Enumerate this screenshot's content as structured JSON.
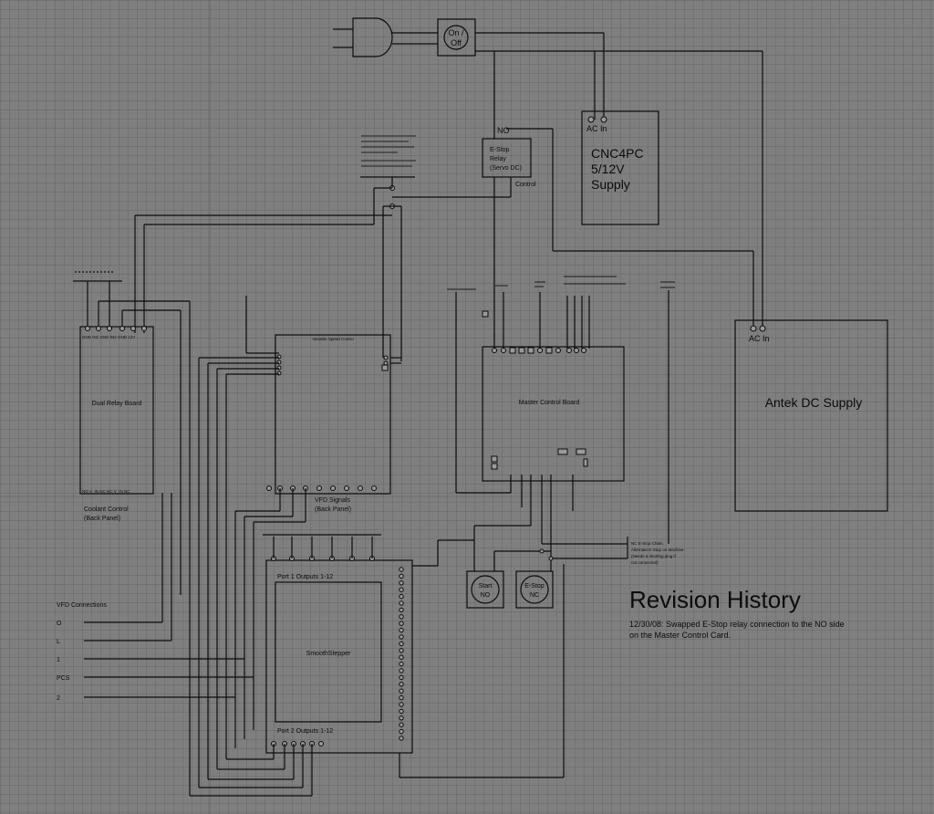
{
  "power": {
    "switch_label": [
      "On /",
      "Off"
    ]
  },
  "estop_relay": {
    "no_label": "NO",
    "lines": [
      "E-Stop",
      "Relay",
      "(Servo DC)"
    ],
    "control_label": "Control"
  },
  "cnc4pc": {
    "ac_label": "AC In",
    "lines": [
      "CNC4PC",
      "5/12V",
      "Supply"
    ]
  },
  "antek": {
    "ac_label": "AC In",
    "title": "Antek DC Supply"
  },
  "relay_board": {
    "title": "Dual Relay Board",
    "top_pins": "GND IN1 GND IN2 GND 12V",
    "bottom_pins": "NO V_IN NC   NC V_IN NC",
    "caption": [
      "Coolant Control",
      "(Back Panel)"
    ]
  },
  "vfd_board": {
    "title": "Variable Speed Contro",
    "caption": [
      "VFD Signals",
      "(Back Panel)"
    ]
  },
  "master_board": {
    "title": "Master Control Board"
  },
  "smoothstepper": {
    "title": "SmoothStepper",
    "port1": "Port 1 Outputs 1-12",
    "port2": "Port 2 Outputs 1-12"
  },
  "buttons": {
    "start": [
      "Start",
      "NO"
    ],
    "estop": [
      "E-Stop",
      "NC"
    ]
  },
  "vfd_connections": {
    "title": "VFD Connections",
    "labels": [
      "O",
      "L",
      "1",
      "PCS",
      "2"
    ]
  },
  "revision": {
    "title": "Revision History",
    "lines": [
      "12/30/08:  Swapped E-Stop relay connection to the NO side",
      "on the Master Control Card."
    ]
  },
  "fine_notes": {
    "estop_chain": [
      "NC E-Stop Chain,",
      "Alternate E-Stop on Machine",
      "(Needs a shorting plug if",
      "not connected)"
    ]
  }
}
